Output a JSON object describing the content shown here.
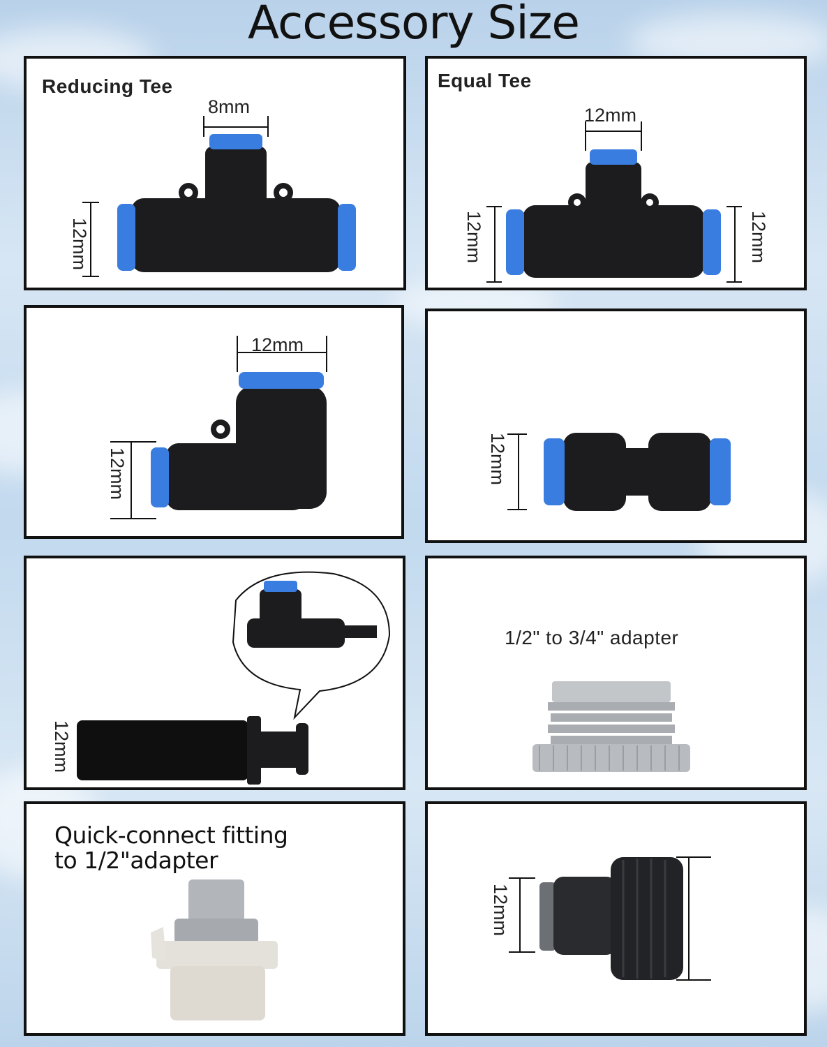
{
  "title": "Accessory Size",
  "panels": {
    "reducing_tee": {
      "label": "Reducing Tee",
      "top_dim": "8mm",
      "left_dim": "12mm"
    },
    "equal_tee": {
      "label": "Equal Tee",
      "top_dim": "12mm",
      "left_dim": "12mm",
      "right_dim": "12mm"
    },
    "elbow": {
      "top_dim": "12mm",
      "left_dim": "12mm"
    },
    "straight": {
      "left_dim": "12mm"
    },
    "plug": {
      "left_dim": "12mm"
    },
    "adapter_half_3q": {
      "caption": "1/2\" to 3/4\" adapter"
    },
    "quick_connect_adapter": {
      "caption_line1": "Quick-connect fitting",
      "caption_line2": "to 1/2\"adapter"
    },
    "hose_adapter": {
      "left_dim": "12mm"
    }
  },
  "colors": {
    "fitting_body": "#1c1c1e",
    "collet_blue": "#3a7de0",
    "adapter_gray": "#b8bcc0",
    "frame": "#111111"
  }
}
